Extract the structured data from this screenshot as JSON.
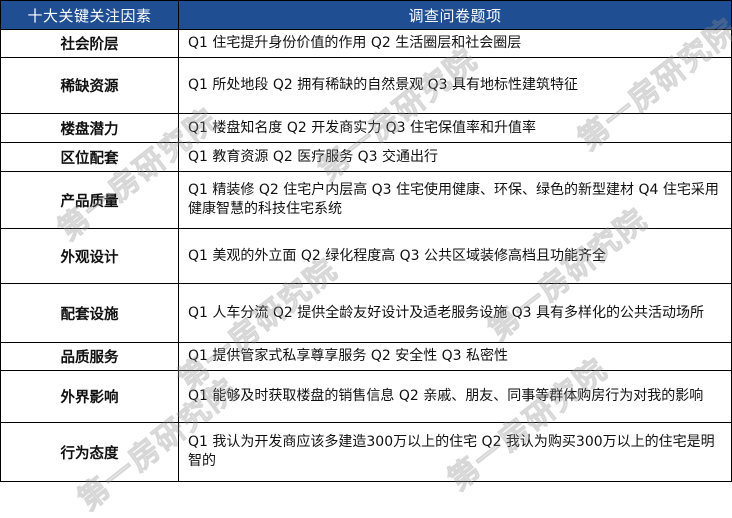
{
  "table": {
    "headers": {
      "factor": "十大关键关注因素",
      "items": "调查问卷题项"
    },
    "rows": [
      {
        "factor": "社会阶层",
        "items": "Q1 住宅提升身份价值的作用 Q2 生活圈层和社会圈层",
        "height": 28
      },
      {
        "factor": "稀缺资源",
        "items": "Q1 所处地段 Q2 拥有稀缺的自然景观 Q3 具有地标性建筑特征",
        "height": 56
      },
      {
        "factor": "楼盘潜力",
        "items": "Q1 楼盘知名度 Q2 开发商实力 Q3 住宅保值率和升值率",
        "height": 29
      },
      {
        "factor": "区位配套",
        "items": "Q1 教育资源 Q2 医疗服务 Q3 交通出行",
        "height": 29
      },
      {
        "factor": "产品质量",
        "items": "Q1 精装修 Q2 住宅户内层高 Q3 住宅使用健康、环保、绿色的新型建材 Q4 住宅采用健康智慧的科技住宅系统",
        "height": 57
      },
      {
        "factor": "外观设计",
        "items": "Q1 美观的外立面 Q2 绿化程度高 Q3 公共区域装修高档且功能齐全",
        "height": 55
      },
      {
        "factor": "配套设施",
        "items": "Q1 人车分流 Q2 提供全龄友好设计及适老服务设施 Q3 具有多样化的公共活动场所",
        "height": 59
      },
      {
        "factor": "品质服务",
        "items": "Q1 提供管家式私享尊享服务 Q2 安全性 Q3 私密性",
        "height": 28
      },
      {
        "factor": "外界影响",
        "items": "Q1 能够及时获取楼盘的销售信息 Q2 亲戚、朋友、同事等群体购房行为对我的影响",
        "height": 52
      },
      {
        "factor": "行为态度",
        "items": "Q1 我认为开发商应该多建造300万以上的住宅 Q2 我认为购买300万以上的住宅是明智的",
        "height": 60
      }
    ]
  },
  "watermark": {
    "text": "第一房研究院"
  },
  "colors": {
    "header_bg": "#1f4e93",
    "header_text": "#ffffff",
    "border": "#000000"
  }
}
